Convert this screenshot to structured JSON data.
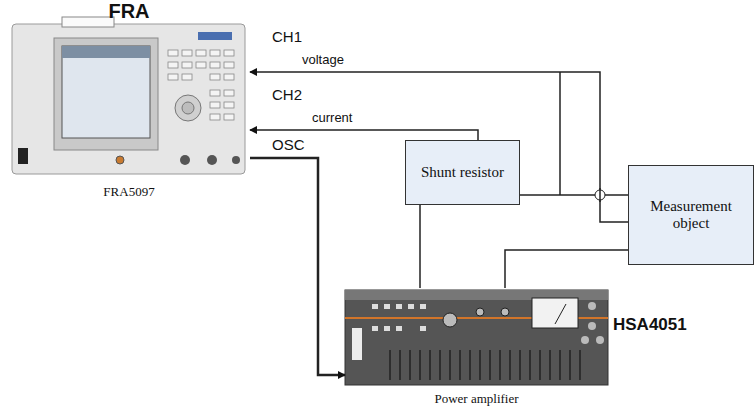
{
  "diagram": {
    "nodes": [
      {
        "text": [
          "FRA",
          "FRA5097"
        ]
      },
      {
        "text": [
          "Shunt resistor"
        ]
      },
      {
        "text": [
          "Measurement object"
        ]
      },
      {
        "text": [
          "HSA4051",
          "Power amplifier"
        ]
      }
    ],
    "edges": [
      {
        "from": 2,
        "to": 0,
        "arrow": "to",
        "label": "voltage"
      },
      {
        "from": 1,
        "to": 0,
        "arrow": "to",
        "label": "current"
      },
      {
        "from": 0,
        "to": 3,
        "arrow": "to"
      },
      {
        "from": 1,
        "to": 3,
        "arrow": "none"
      },
      {
        "from": 1,
        "to": 2,
        "arrow": "none"
      },
      {
        "from": 3,
        "to": 2,
        "arrow": "none"
      }
    ],
    "labels": [
      "CH1",
      "CH2",
      "OSC"
    ]
  }
}
